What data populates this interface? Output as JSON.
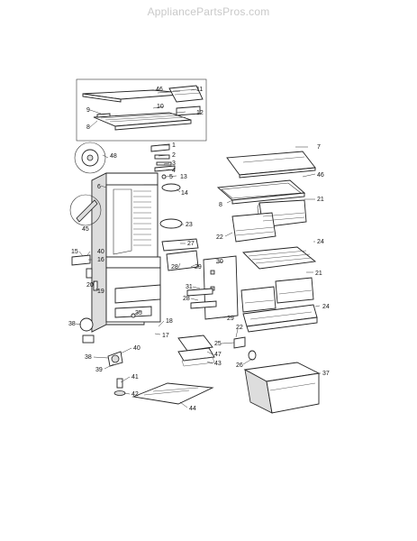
{
  "watermark": "AppliancePartsPros.com",
  "callouts": [
    {
      "id": "c46a",
      "text": "46"
    },
    {
      "id": "c11",
      "text": "11"
    },
    {
      "id": "c10",
      "text": "10"
    },
    {
      "id": "c9",
      "text": "9"
    },
    {
      "id": "c12",
      "text": "12"
    },
    {
      "id": "c8a",
      "text": "8"
    },
    {
      "id": "c1",
      "text": "1"
    },
    {
      "id": "c2",
      "text": "2"
    },
    {
      "id": "c3",
      "text": "3"
    },
    {
      "id": "c4",
      "text": "4"
    },
    {
      "id": "c48",
      "text": "48"
    },
    {
      "id": "c5",
      "text": "5"
    },
    {
      "id": "c13",
      "text": "13"
    },
    {
      "id": "c6",
      "text": "6"
    },
    {
      "id": "c14",
      "text": "14"
    },
    {
      "id": "c45",
      "text": "45"
    },
    {
      "id": "c7",
      "text": "7"
    },
    {
      "id": "c46b",
      "text": "46"
    },
    {
      "id": "c8b",
      "text": "8"
    },
    {
      "id": "c21a",
      "text": "21"
    },
    {
      "id": "c22a",
      "text": "22"
    },
    {
      "id": "c23",
      "text": "23"
    },
    {
      "id": "c27",
      "text": "27"
    },
    {
      "id": "c24a",
      "text": "24"
    },
    {
      "id": "c15",
      "text": "15"
    },
    {
      "id": "c40a",
      "text": "40"
    },
    {
      "id": "c16",
      "text": "16"
    },
    {
      "id": "c28a",
      "text": "28"
    },
    {
      "id": "c29a",
      "text": "29"
    },
    {
      "id": "c30",
      "text": "30"
    },
    {
      "id": "c21b",
      "text": "21"
    },
    {
      "id": "c20",
      "text": "20"
    },
    {
      "id": "c19",
      "text": "19"
    },
    {
      "id": "c31",
      "text": "31"
    },
    {
      "id": "c28b",
      "text": "28"
    },
    {
      "id": "c24b",
      "text": "24"
    },
    {
      "id": "c29b",
      "text": "29"
    },
    {
      "id": "c35",
      "text": "35"
    },
    {
      "id": "c18",
      "text": "18"
    },
    {
      "id": "c38a",
      "text": "38"
    },
    {
      "id": "c17",
      "text": "17"
    },
    {
      "id": "c22b",
      "text": "22"
    },
    {
      "id": "c25",
      "text": "25"
    },
    {
      "id": "c47",
      "text": "47"
    },
    {
      "id": "c40b",
      "text": "40"
    },
    {
      "id": "c38b",
      "text": "38"
    },
    {
      "id": "c26",
      "text": "26"
    },
    {
      "id": "c43",
      "text": "43"
    },
    {
      "id": "c37",
      "text": "37"
    },
    {
      "id": "c39",
      "text": "39"
    },
    {
      "id": "c41",
      "text": "41"
    },
    {
      "id": "c42",
      "text": "42"
    },
    {
      "id": "c44",
      "text": "44"
    }
  ]
}
